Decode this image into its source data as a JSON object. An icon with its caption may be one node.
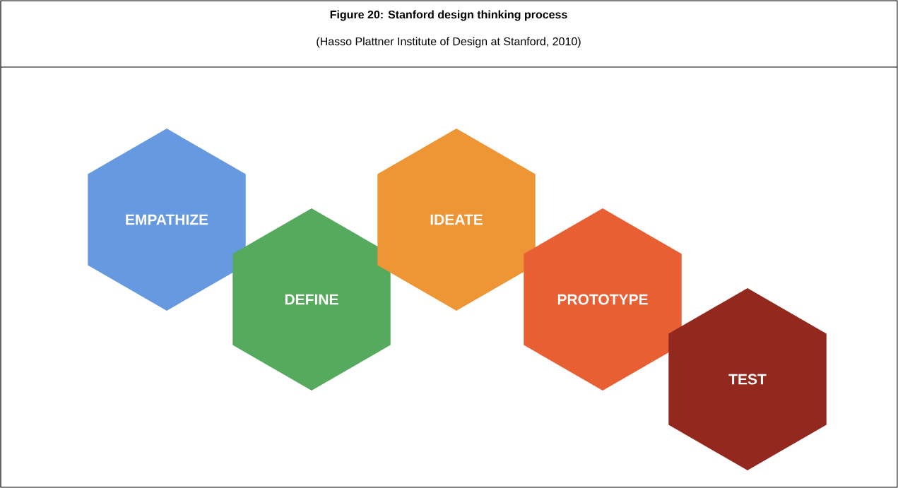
{
  "diagram": {
    "title": "Figure 20: Stanford design thinking process",
    "caption": "(Hasso Plattner Institute of Design at Stanford, 2010)",
    "nodes": [
      {
        "text": [
          "EMPATHIZE"
        ]
      },
      {
        "text": [
          "DEFINE"
        ]
      },
      {
        "text": [
          "IDEATE"
        ]
      },
      {
        "text": [
          "PROTOTYPE"
        ]
      },
      {
        "text": [
          "TEST"
        ]
      }
    ]
  }
}
